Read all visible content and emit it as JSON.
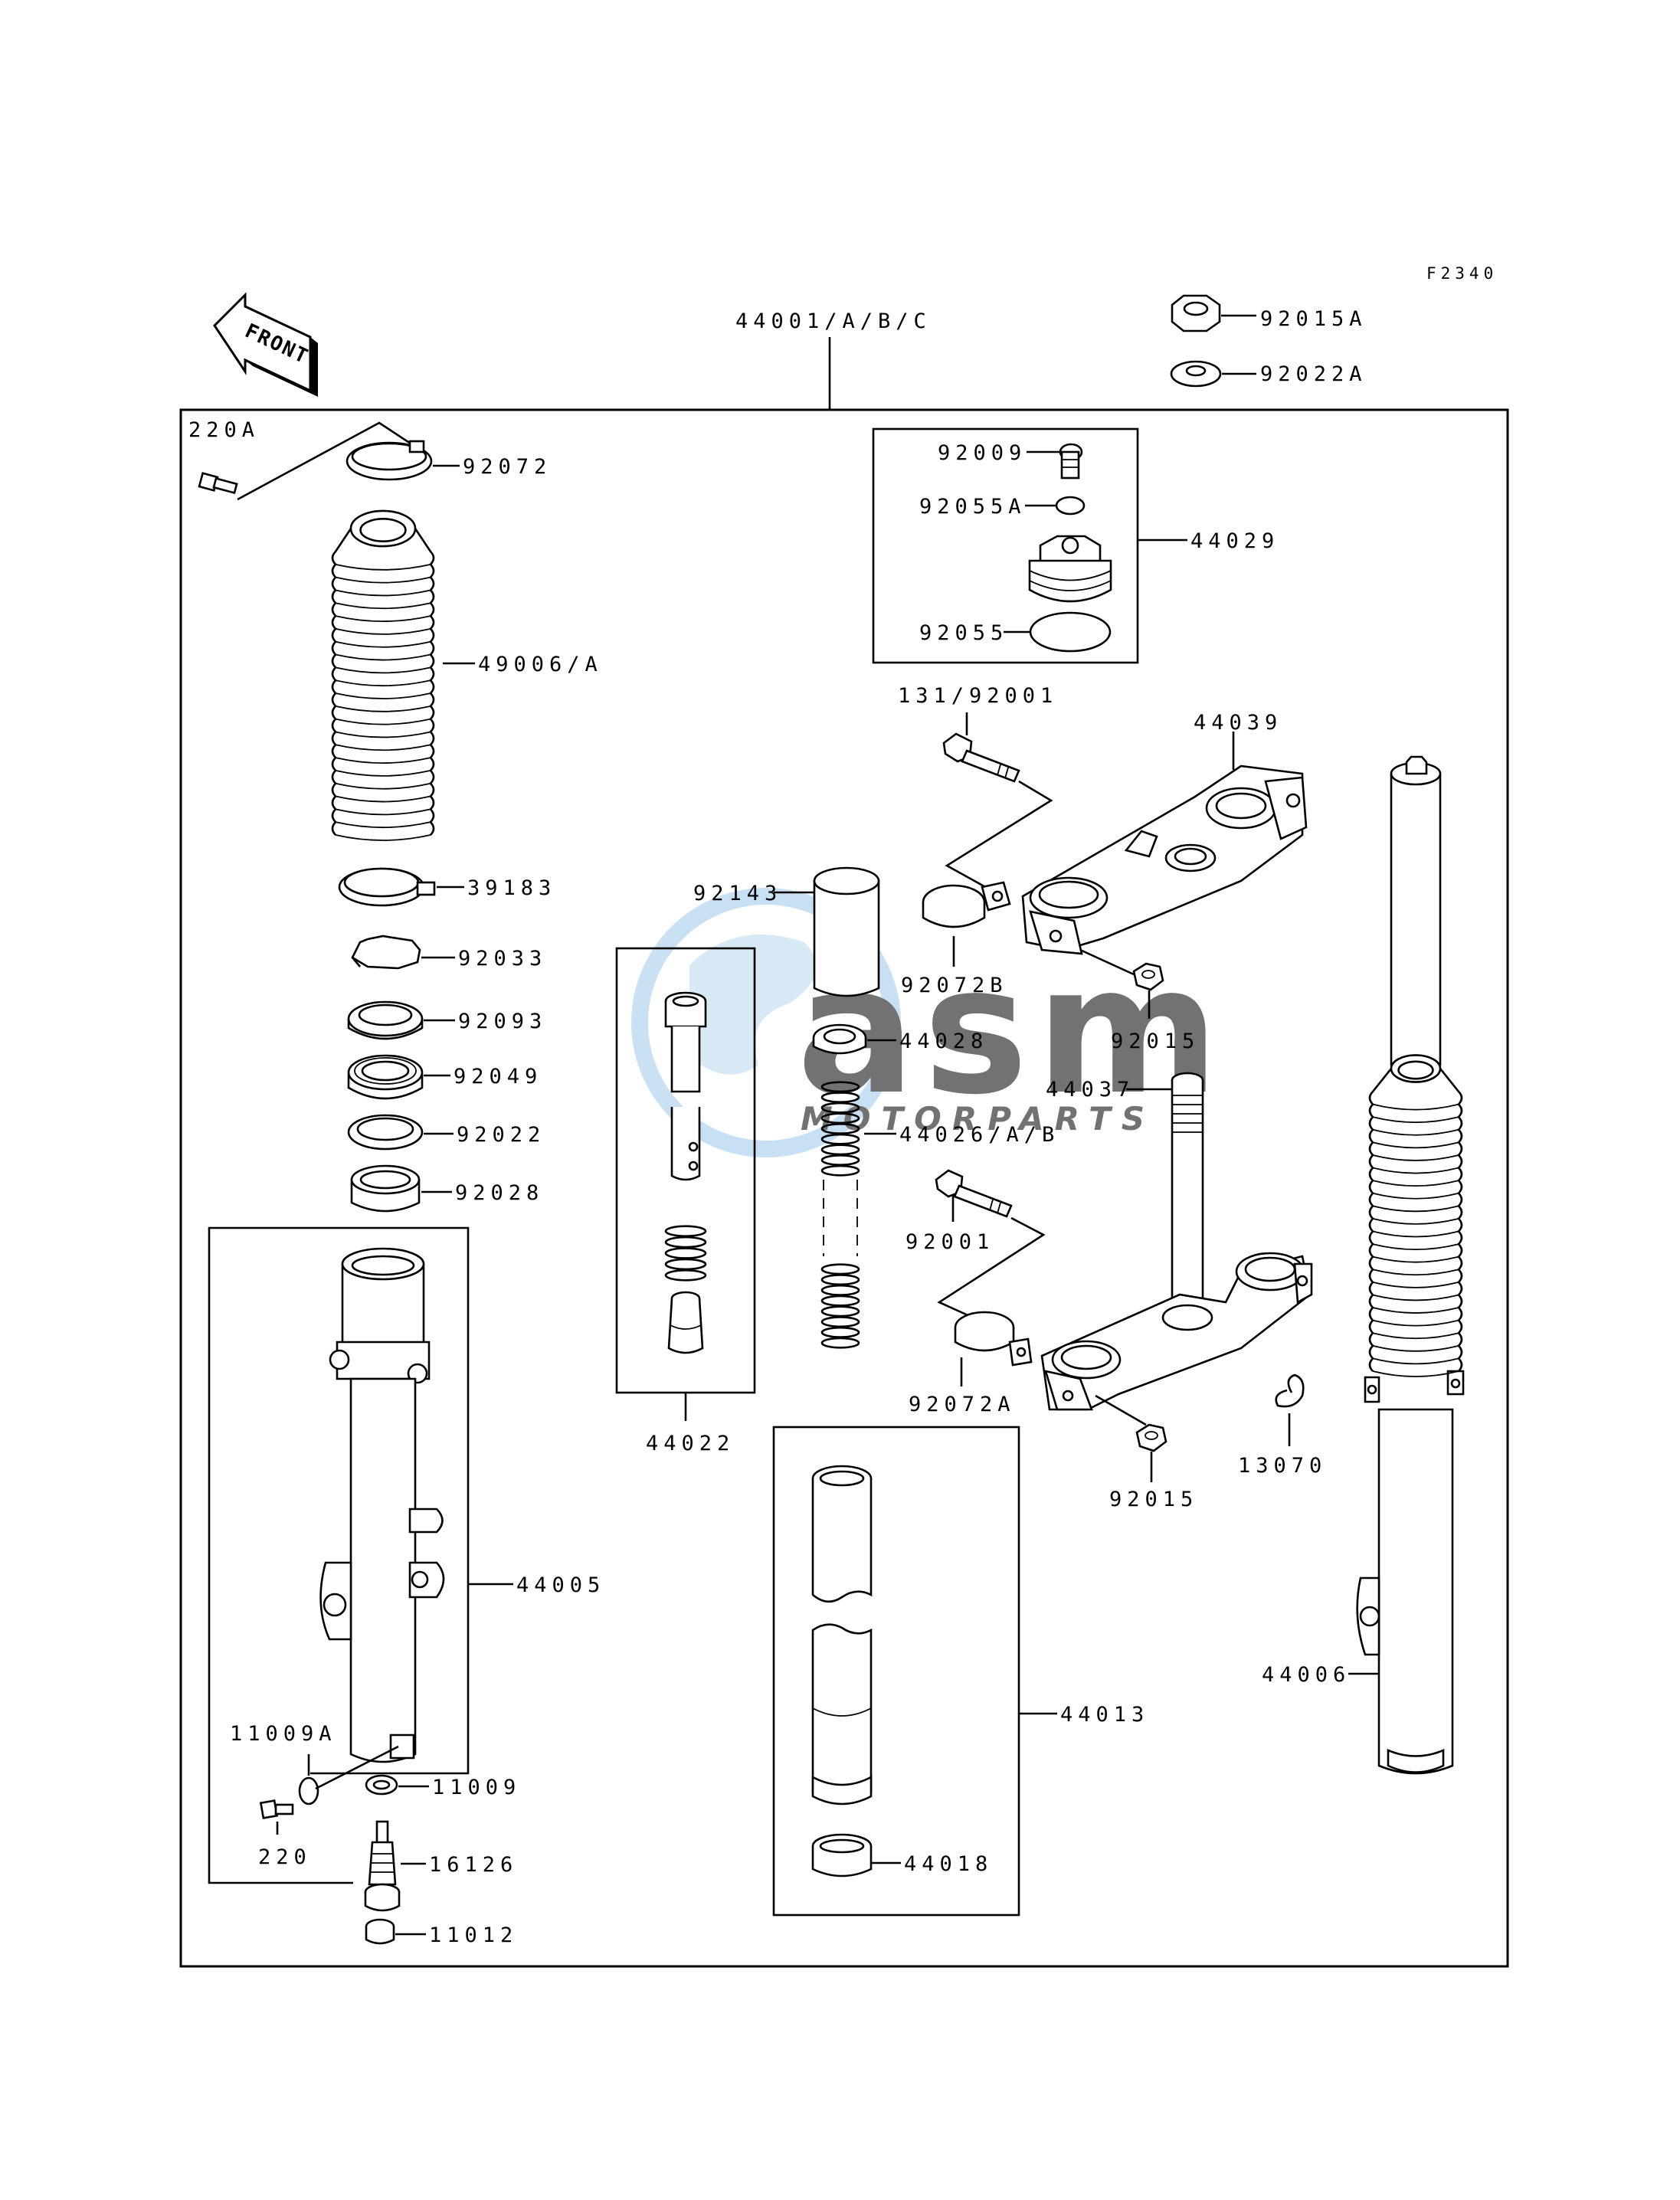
{
  "diagram_code": "F2340",
  "front_label": "FRONT",
  "assembly_label": "44001/A/B/C",
  "watermark": {
    "brand": "asm",
    "sub": "MOTORPARTS",
    "color": "#9cc8ea"
  },
  "parts": {
    "p92015A": "92015A",
    "p92022A": "92022A",
    "p220A": "220A",
    "p92072": "92072",
    "p49006A": "49006/A",
    "p39183": "39183",
    "p92033": "92033",
    "p92093": "92093",
    "p92049": "92049",
    "p92022": "92022",
    "p92028": "92028",
    "p44005": "44005",
    "p11009A": "11009A",
    "p220": "220",
    "p11009": "11009",
    "p16126": "16126",
    "p11012": "11012",
    "p92009": "92009",
    "p92055A": "92055A",
    "p44029": "44029",
    "p92055": "92055",
    "p131_92001": "131/92001",
    "p44039": "44039",
    "p92143": "92143",
    "p92072B": "92072B",
    "p92015_top": "92015",
    "p44028": "44028",
    "p44026AB": "44026/A/B",
    "p44037": "44037",
    "p92001": "92001",
    "p44022": "44022",
    "p92072A": "92072A",
    "p92015_bottom": "92015",
    "p13070": "13070",
    "p44013": "44013",
    "p44018": "44018",
    "p44006": "44006"
  }
}
